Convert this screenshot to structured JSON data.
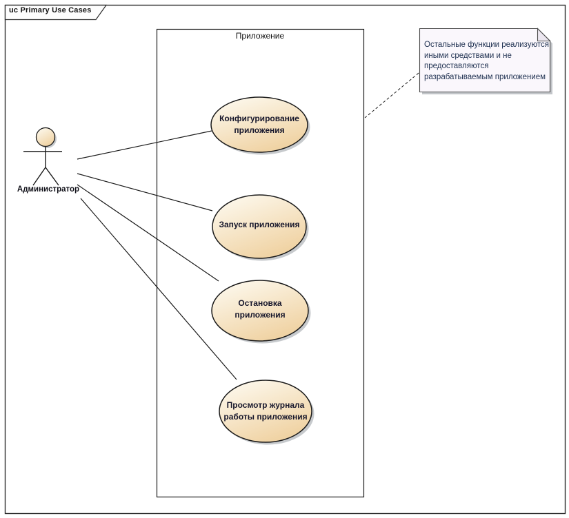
{
  "frame": {
    "title": "uc Primary Use Cases",
    "type": "use-case-diagram-frame"
  },
  "boundary": {
    "label": "Приложение"
  },
  "actor": {
    "label": "Администратор"
  },
  "use_cases": [
    {
      "label": "Конфигурирование приложения",
      "line1": "Конфигурирование",
      "line2": "приложения"
    },
    {
      "label": "Запуск приложения",
      "line1": "Запуск приложения",
      "line2": ""
    },
    {
      "label": "Остановка приложения",
      "line1": "Остановка",
      "line2": "приложения"
    },
    {
      "label": "Просмотр журнала работы приложения",
      "line1": "Просмотр журнала",
      "line2": "работы приложения"
    }
  ],
  "note": {
    "text": "Остальные функции реализуются иными средствами и не предоставляются разрабатываемым приложением",
    "line1": "Остальные функции реализуются",
    "line2": "иными средствами и не",
    "line3": "предоставляются",
    "line4": "разрабатываемым приложением"
  },
  "relationships": [
    {
      "from": "Администратор",
      "to": "Конфигурирование приложения",
      "type": "association"
    },
    {
      "from": "Администратор",
      "to": "Запуск приложения",
      "type": "association"
    },
    {
      "from": "Администратор",
      "to": "Остановка приложения",
      "type": "association"
    },
    {
      "from": "Администратор",
      "to": "Просмотр журнала работы приложения",
      "type": "association"
    },
    {
      "from": "note",
      "to": "Приложение",
      "type": "note-anchor-dashed"
    }
  ],
  "colors": {
    "background": "#FFFFFF",
    "ellipse_fill_light": "#FEFCF4",
    "ellipse_fill_dark": "#F0D3A4",
    "ellipse_border": "#1A1A1A",
    "note_fill": "#FAF7FC",
    "note_fold": "#ECE7F0",
    "note_border": "#4A4A4A",
    "note_text": "#1E3050",
    "shadow": "#8F969C",
    "line": "#1A1A1A",
    "text": "#15151F"
  }
}
